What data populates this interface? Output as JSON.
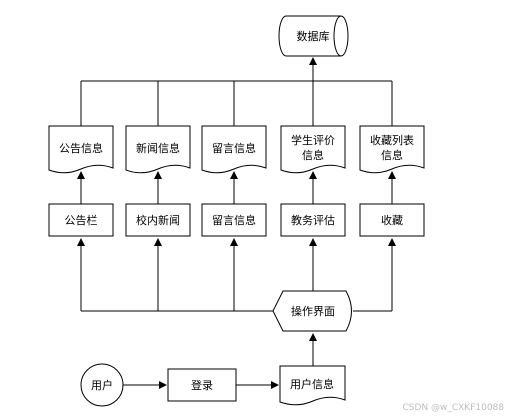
{
  "diagram": {
    "database": "数据库",
    "docs": [
      {
        "lines": [
          "公告信息"
        ]
      },
      {
        "lines": [
          "新闻信息"
        ]
      },
      {
        "lines": [
          "留言信息"
        ]
      },
      {
        "lines": [
          "学生评价",
          "信息"
        ]
      },
      {
        "lines": [
          "收藏列表",
          "信息"
        ]
      }
    ],
    "modules": [
      "公告栏",
      "校内新闻",
      "留言信息",
      "教务评估",
      "收藏"
    ],
    "operation": "操作界面",
    "user": "用户",
    "login": "登录",
    "user_info": "用户信息"
  },
  "watermark": "CSDN @w_CXKF10088"
}
